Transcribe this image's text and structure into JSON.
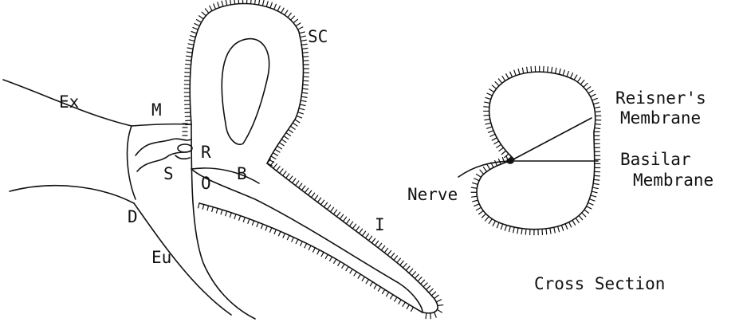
{
  "labels": {
    "ex": "Ex",
    "m": "M",
    "sc": "SC",
    "r": "R",
    "s": "S",
    "o": "O",
    "b": "B",
    "d": "D",
    "eu": "Eu",
    "i": "I"
  },
  "cross_section": {
    "reisners_line1": "Reisner's",
    "reisners_line2": "Membrane",
    "basilar_line1": "Basilar",
    "basilar_line2": "Membrane",
    "nerve": "Nerve",
    "caption": "Cross Section"
  },
  "colors": {
    "ink": "#111111",
    "background": "#ffffff"
  }
}
